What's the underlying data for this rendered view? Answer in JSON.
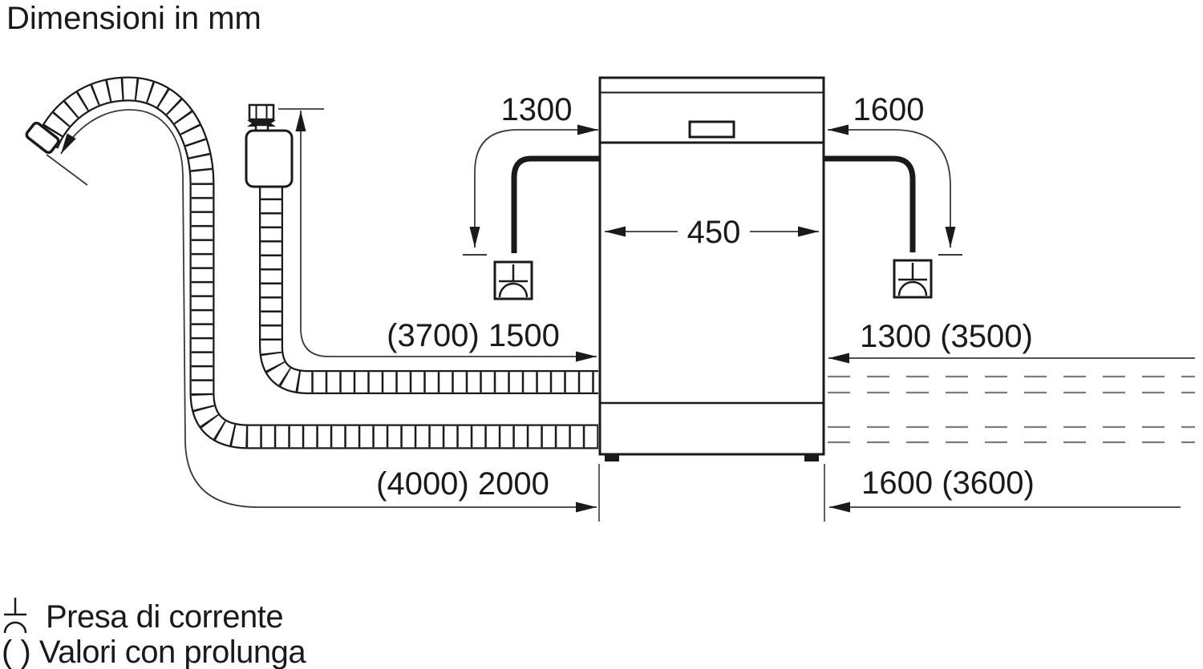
{
  "title": "Dimensioni in mm",
  "units": "mm",
  "diagram": {
    "appliance": "dishwasher-front-view",
    "dimensions": {
      "cable_left": "1300",
      "cable_right": "1600",
      "appliance_width": "450",
      "supply_hose_left": "(3700) 1500",
      "supply_hose_right": "1300 (3500)",
      "drain_hose_left": "(4000) 2000",
      "drain_hose_right": "1600 (3600)"
    },
    "legend": [
      {
        "symbol": "power-outlet-icon",
        "label": "Presa di corrente"
      },
      {
        "symbol": "parentheses",
        "label": "( ) Valori con prolunga"
      }
    ],
    "colors": {
      "line": "#1a1a1a",
      "dim_line": "#3a3a3a",
      "dashed_line": "#7c7c7c",
      "background": "#ffffff"
    }
  }
}
